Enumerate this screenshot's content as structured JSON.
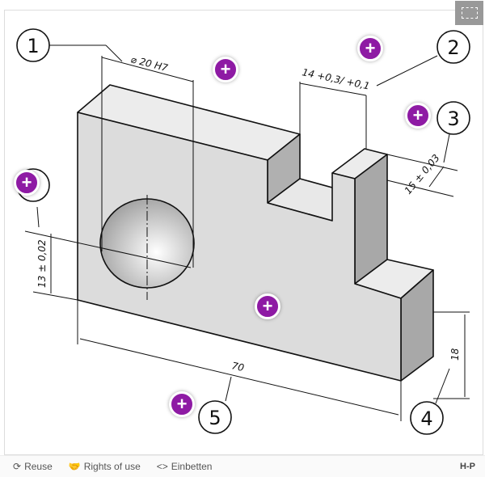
{
  "drawing": {
    "callouts": [
      "1",
      "2",
      "3",
      "4",
      "5"
    ],
    "dims": {
      "hole": "⌀ 20 H7",
      "slot": "14 +0,3/ +0,1",
      "tower": "15 ± 0,03",
      "height": "13 ± 0,02",
      "length": "70",
      "step": "18"
    }
  },
  "hotspots": [
    {
      "label": "+"
    },
    {
      "label": "+"
    },
    {
      "label": "+"
    },
    {
      "label": "+"
    },
    {
      "label": "+"
    },
    {
      "label": "+"
    }
  ],
  "footer": {
    "reuse": "Reuse",
    "rights": "Rights of use",
    "embed": "Einbetten",
    "logo": "H-P"
  },
  "colors": {
    "hotspot": "#8e1aa4"
  }
}
